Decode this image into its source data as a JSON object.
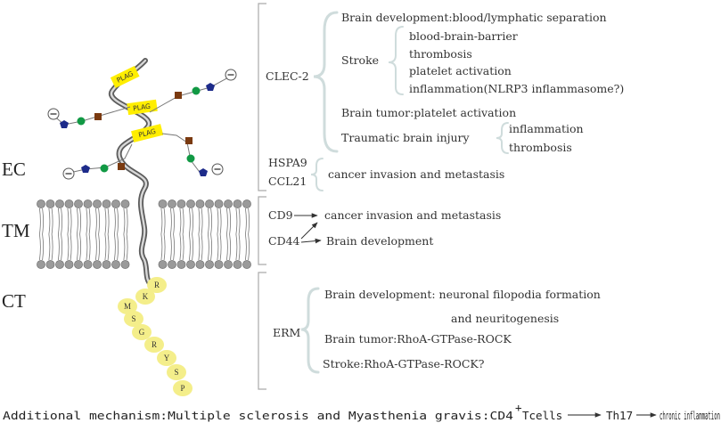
{
  "colors": {
    "brace": "#cfdcdc",
    "bracket": "#aaaaaa",
    "plag": "#ffee00",
    "peptide": "#f4ee8a",
    "lipid_head": "#9a9a9a",
    "sugar_blue": "#1d2b8a",
    "sugar_green": "#119944",
    "sugar_brown": "#7a3a10"
  },
  "icons": {
    "membrane": "lipid-bilayer-icon",
    "protein": "podoplanin-chain-icon",
    "glycan": "glycan-chain-icon",
    "charge": "negative-charge-icon"
  },
  "regions": {
    "ec": "EC",
    "tm": "TM",
    "ct": "CT"
  },
  "plag_label": "PLAG",
  "peptide_residues": [
    "R",
    "K",
    "M",
    "S",
    "G",
    "R",
    "Y",
    "S",
    "P"
  ],
  "clec2": {
    "label": "CLEC-2",
    "brain_dev": "Brain development:blood/lymphatic separation",
    "stroke_label": "Stroke",
    "stroke_items": [
      "blood-brain-barrier",
      "thrombosis",
      "platelet activation",
      "inflammation(NLRP3 inflammasome?)"
    ],
    "brain_tumor": "Brain tumor:platelet activation",
    "tbi_label": "Traumatic brain injury",
    "tbi_items": [
      "inflammation",
      "thrombosis"
    ]
  },
  "hspa9_ccl21": {
    "labels": [
      "HSPA9",
      "CCL21"
    ],
    "effect": "cancer invasion and metastasis"
  },
  "tm": {
    "cd9": "CD9",
    "cd44": "CD44",
    "effect1": "cancer invasion and metastasis",
    "effect2": "Brain development"
  },
  "erm": {
    "label": "ERM",
    "line1": "Brain development: neuronal filopodia formation",
    "line2": "and neuritogenesis",
    "line3": "Brain tumor:RhoA-GTPase-ROCK",
    "line4": "Stroke:RhoA-GTPase-ROCK?"
  },
  "footer": {
    "prefix": "Additional mechanism:Multiple sclerosis and Myasthenia gravis:CD4",
    "superscript": "+",
    "cells": "Tcells",
    "step": "Th17",
    "outcome": "chronic inflammation"
  }
}
